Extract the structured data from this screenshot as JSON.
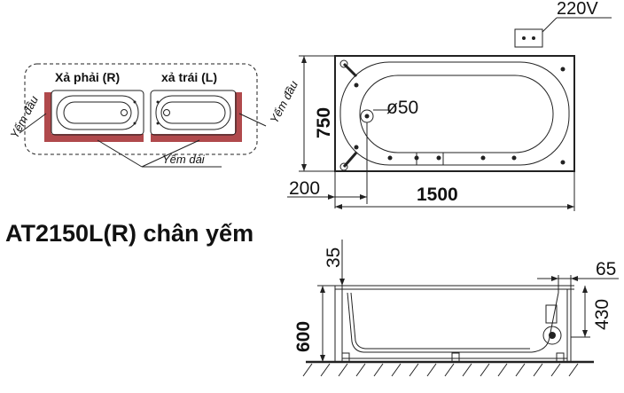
{
  "model_title": "AT2150L(R) chân yếm",
  "voltage": "220V",
  "variants": {
    "right_label": "Xả phải (R)",
    "left_label": "xả trái (L)",
    "end_apron_left": "Yếm đầu",
    "end_apron_right": "Yếm đầu",
    "long_apron": "Yếm dài",
    "apron_color": "#b0494c"
  },
  "top_view": {
    "width_dim": "750",
    "length_dim": "1500",
    "offset_dim": "200",
    "drain_dim": "ø50"
  },
  "side_view": {
    "height_dim": "600",
    "rim_dim": "35",
    "inset_dim": "65",
    "inner_height_dim": "430"
  }
}
